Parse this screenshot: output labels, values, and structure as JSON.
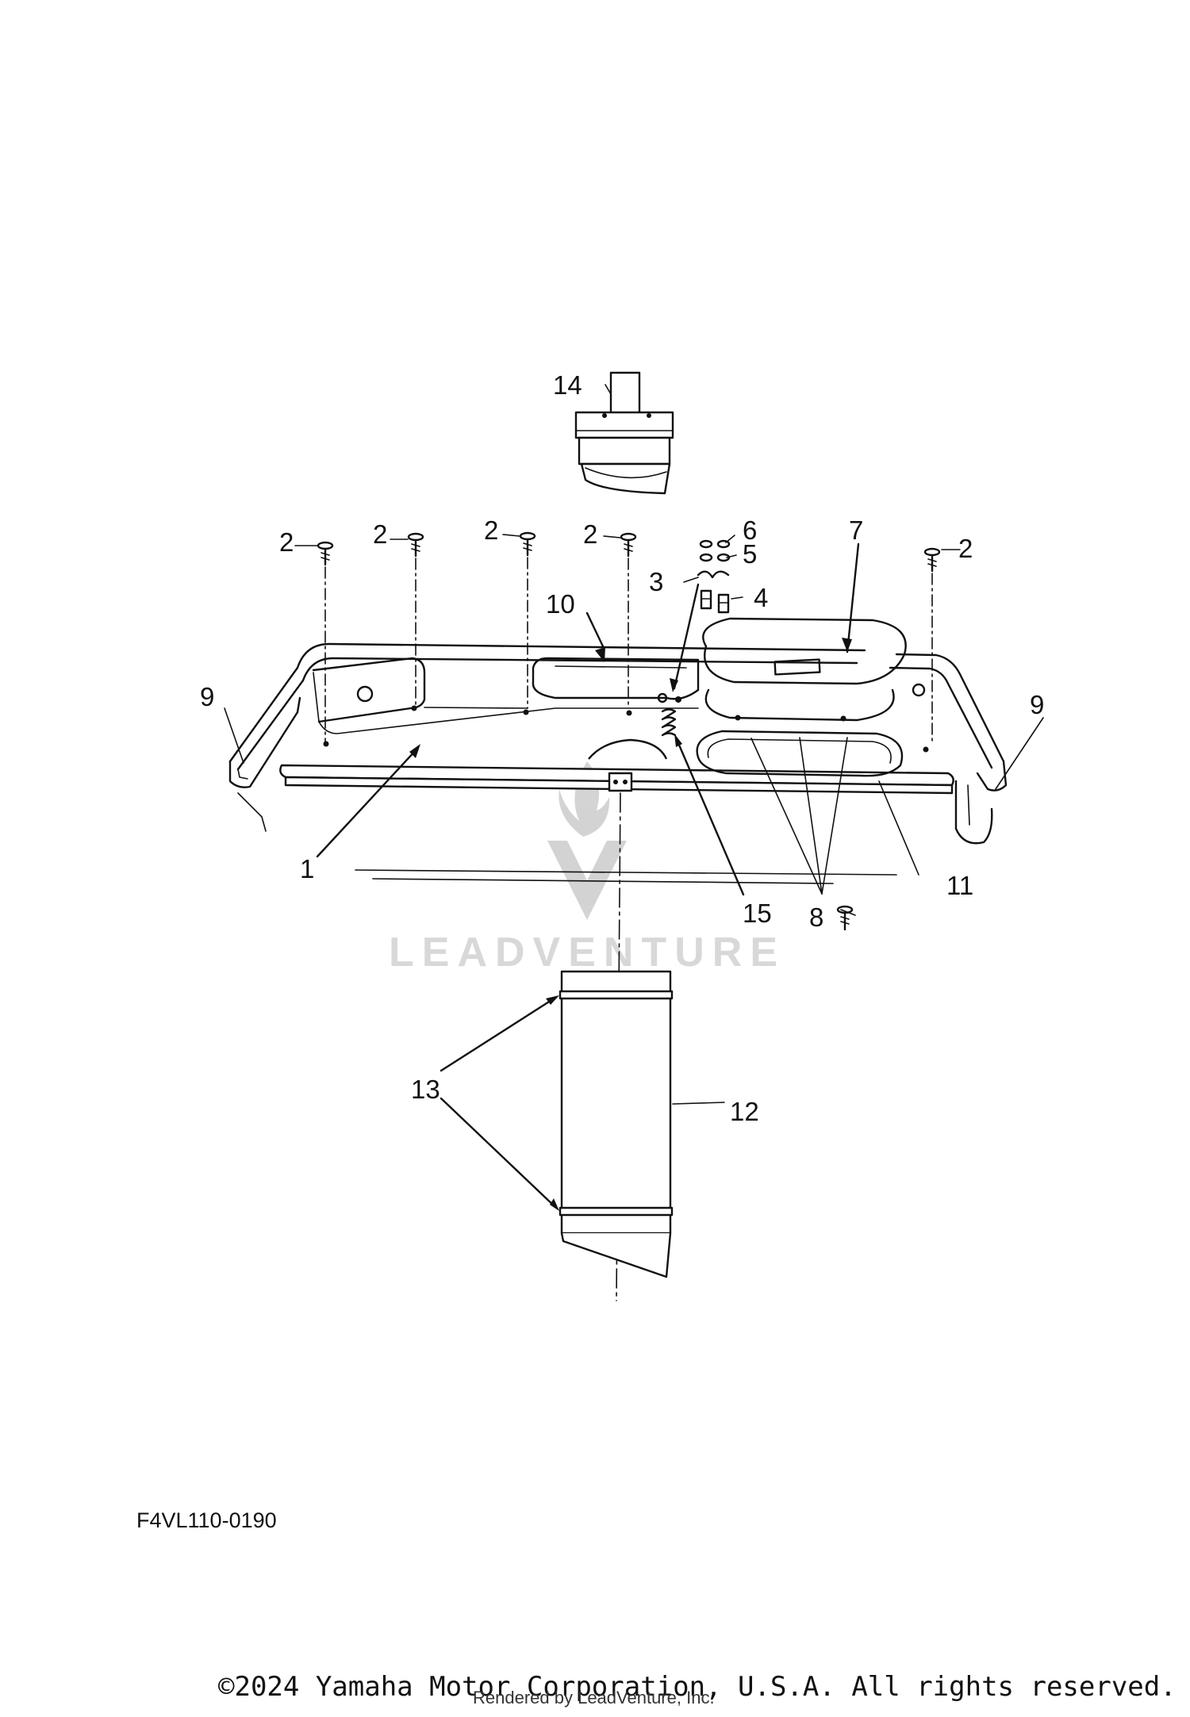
{
  "diagram": {
    "code": "F4VL110-0190",
    "callouts": {
      "c1": "1",
      "c2": "2",
      "c3": "3",
      "c4": "4",
      "c5": "5",
      "c6": "6",
      "c7": "7",
      "c8": "8",
      "c9": "9",
      "c10": "10",
      "c11": "11",
      "c12": "12",
      "c13": "13",
      "c14": "14",
      "c15": "15"
    }
  },
  "watermark": {
    "text": "LEADVENTURE"
  },
  "footer": {
    "copyright": "©2024 Yamaha Motor Corporation, U.S.A. All rights reserved.",
    "rendered_by": "Rendered by LeadVenture, Inc."
  }
}
